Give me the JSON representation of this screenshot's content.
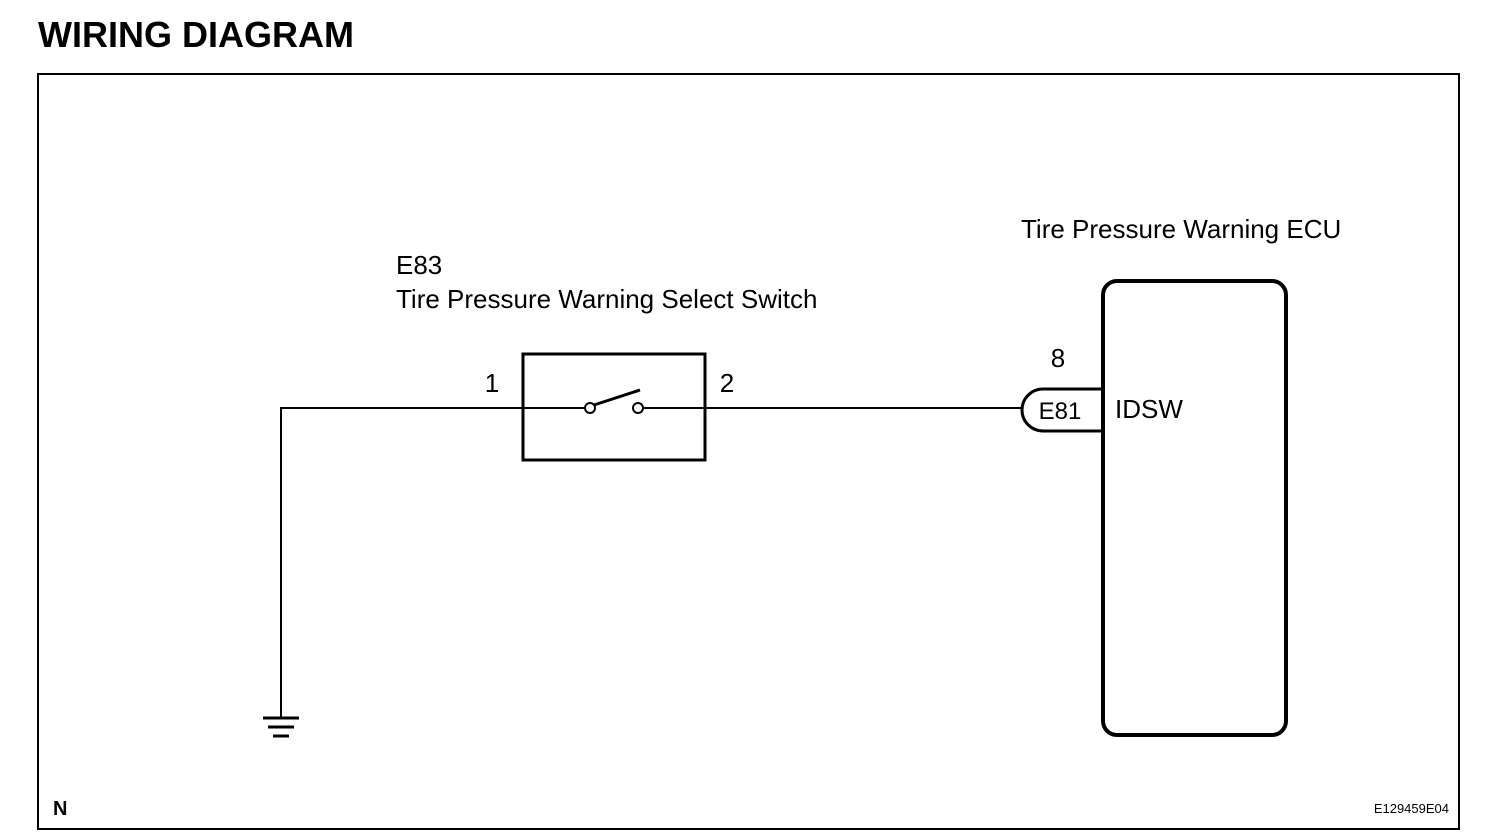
{
  "title": "WIRING DIAGRAM",
  "ecu": {
    "name": "Tire Pressure Warning ECU",
    "connector": "E81",
    "pin": "8",
    "terminal": "IDSW"
  },
  "switch": {
    "code": "E83",
    "name": "Tire Pressure Warning Select Switch",
    "pin1": "1",
    "pin2": "2"
  },
  "footer": {
    "left_mark": "N",
    "figure_id": "E129459E04"
  }
}
